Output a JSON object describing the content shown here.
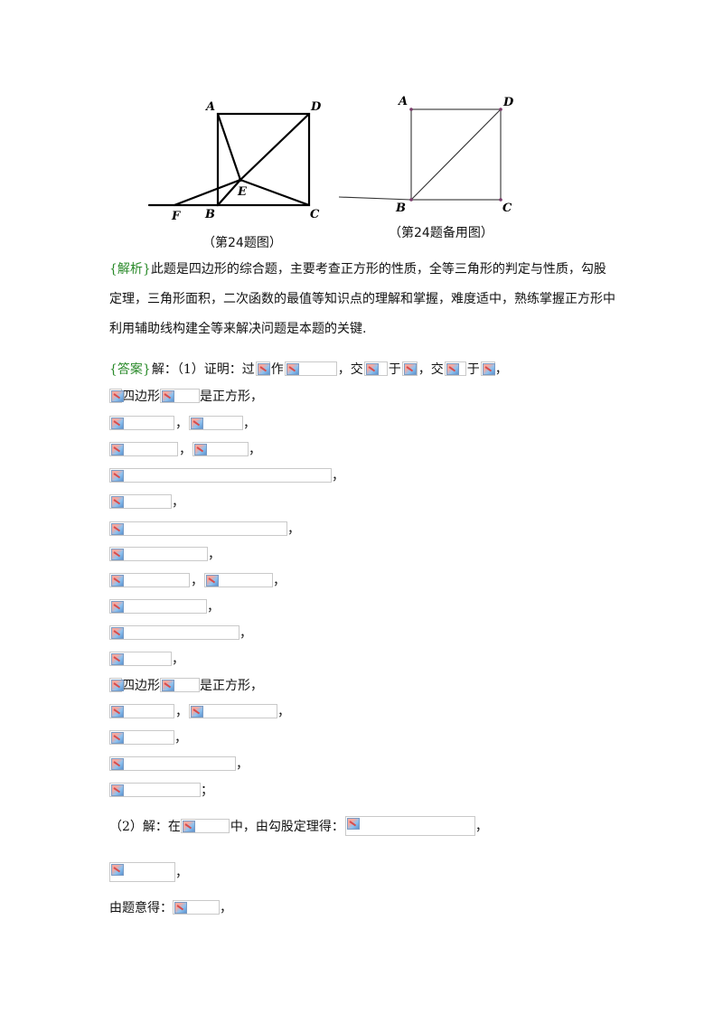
{
  "figure1": {
    "labels": {
      "A": "A",
      "D": "D",
      "E": "E",
      "F": "F",
      "B": "B",
      "C": "C"
    },
    "caption": "（第24题图）"
  },
  "figure2": {
    "labels": {
      "A": "A",
      "D": "D",
      "B": "B",
      "C": "C"
    },
    "caption": "（第24题备用图）"
  },
  "analysis": {
    "tag": "{解析}",
    "text": "此题是四边形的综合题，主要考查正方形的性质，全等三角形的判定与性质，勾股定理，三角形面积，二次函数的最值等知识点的理解和掌握，难度适中，熟练掌握正方形中利用辅助线构建全等来解决问题是本题的关键."
  },
  "answer": {
    "tag": "{答案}",
    "intro": "解：（1）证明：过",
    "t_zuo": "作",
    "t_jiao1": "，交",
    "t_yu1": "于",
    "t_jiao2": "，交",
    "t_yu2": "于",
    "t_comma": "，",
    "t_sibianxing": "四边形",
    "t_shizhengfangxing": "是正方形，",
    "t_semicolon": "；",
    "part2_prefix": "（2）解：在",
    "part2_mid": "中，由勾股定理得：",
    "yiti": "由题意得："
  }
}
